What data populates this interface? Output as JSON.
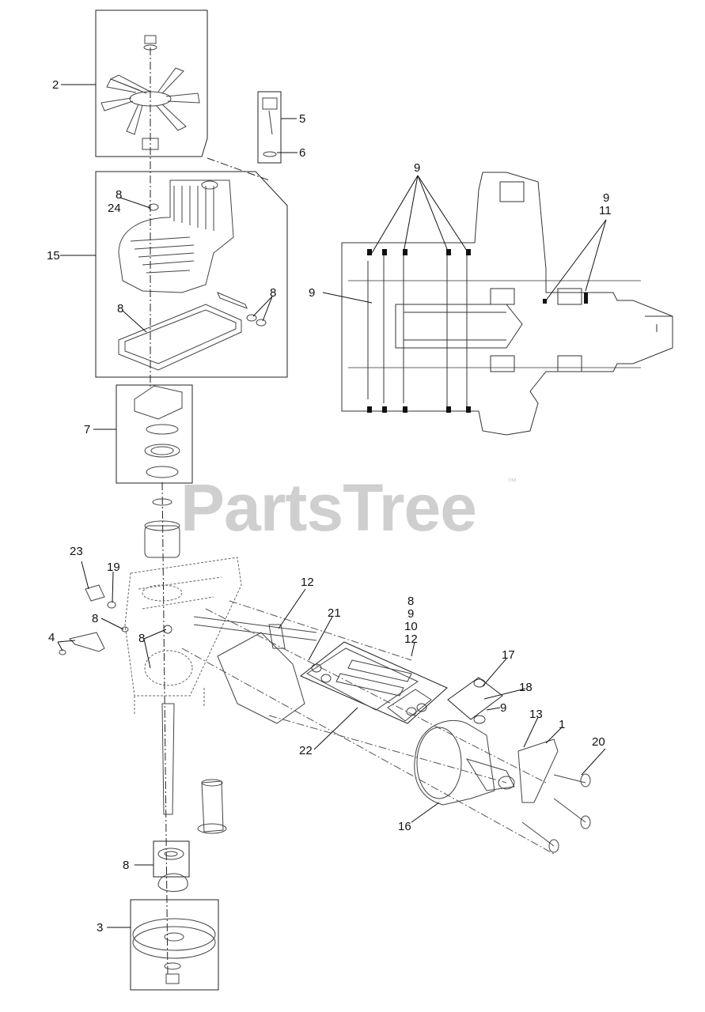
{
  "watermark": {
    "text": "PartsTree",
    "trademark": "™"
  },
  "callouts": {
    "c2": "2",
    "c5": "5",
    "c6": "6",
    "c9top": "9",
    "c9b": "9",
    "c11": "11",
    "c8a": "8",
    "c24": "24",
    "c15": "15",
    "c8b": "8",
    "c8c": "8",
    "c9left": "9",
    "c7": "7",
    "c23": "23",
    "c19": "19",
    "c12a": "12",
    "c8d": "8",
    "c9d": "9",
    "c10": "10",
    "c12b": "12",
    "c21": "21",
    "c8e": "8",
    "c8f": "8",
    "c4": "4",
    "c17": "17",
    "c18": "18",
    "c9e": "9",
    "c13": "13",
    "c1": "1",
    "c20": "20",
    "c22": "22",
    "c16": "16",
    "c8g": "8",
    "c3": "3"
  }
}
